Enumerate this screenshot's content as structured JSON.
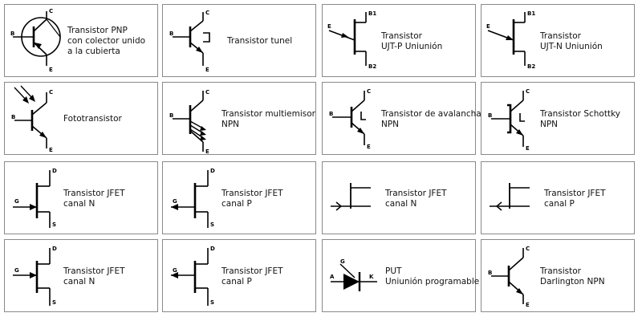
{
  "cells": [
    {
      "lines": [
        "Transistor PNP",
        "con colector unido",
        "a la cubierta"
      ],
      "pins": [
        "C",
        "B",
        "E"
      ]
    },
    {
      "lines": [
        "Transistor tunel"
      ],
      "pins": [
        "C",
        "B",
        "E"
      ]
    },
    {
      "lines": [
        "Transistor",
        "UJT-P Uniunión"
      ],
      "pins": [
        "B1",
        "E",
        "B2"
      ]
    },
    {
      "lines": [
        "Transistor",
        "UJT-N Uniunión"
      ],
      "pins": [
        "B1",
        "E",
        "B2"
      ]
    },
    {
      "lines": [
        "Fototransistor"
      ],
      "pins": [
        "C",
        "B",
        "E"
      ]
    },
    {
      "lines": [
        "Transistor multiemisor",
        "NPN"
      ],
      "pins": [
        "C",
        "B",
        "E"
      ]
    },
    {
      "lines": [
        "Transistor de avalancha",
        "NPN"
      ],
      "pins": [
        "C",
        "B",
        "E"
      ]
    },
    {
      "lines": [
        "Transistor Schottky",
        "NPN"
      ],
      "pins": [
        "C",
        "B",
        "E"
      ]
    },
    {
      "lines": [
        "Transistor JFET",
        "canal N"
      ],
      "pins": [
        "D",
        "G",
        "S"
      ]
    },
    {
      "lines": [
        "Transistor JFET",
        "canal P"
      ],
      "pins": [
        "D",
        "G",
        "S"
      ]
    },
    {
      "lines": [
        "Transistor JFET",
        "canal N"
      ],
      "pins": []
    },
    {
      "lines": [
        "Transistor JFET",
        "canal P"
      ],
      "pins": []
    },
    {
      "lines": [
        "Transistor JFET",
        "canal N"
      ],
      "pins": [
        "D",
        "G",
        "S"
      ]
    },
    {
      "lines": [
        "Transistor JFET",
        "canal P"
      ],
      "pins": [
        "D",
        "G",
        "S"
      ]
    },
    {
      "lines": [
        "PUT",
        "Uniunión programable"
      ],
      "pins": [
        "G",
        "A",
        "K"
      ]
    },
    {
      "lines": [
        "Transistor",
        "Darlington NPN"
      ],
      "pins": [
        "C",
        "B",
        "E"
      ]
    }
  ]
}
